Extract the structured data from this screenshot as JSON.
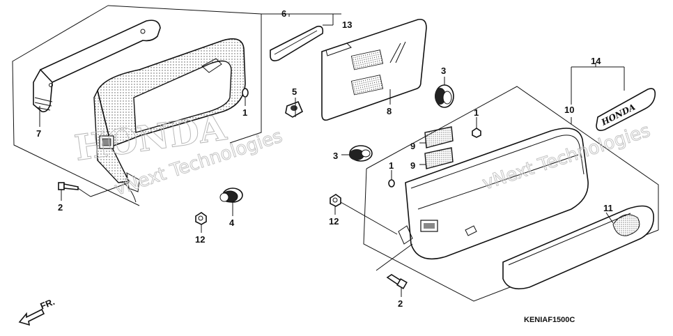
{
  "diagram": {
    "code": "KENIAF1500C",
    "direction": {
      "text": "FR."
    },
    "watermarks": {
      "brand": "HONDA",
      "text_a": "vNext Technologies",
      "text_b": "vNext Technologies"
    },
    "callouts": {
      "c1a": "1",
      "c1b": "1",
      "c1c": "1",
      "c2a": "2",
      "c2b": "2",
      "c3a": "3",
      "c3b": "3",
      "c4": "4",
      "c5": "5",
      "c6": "6",
      "c7": "7",
      "c8": "8",
      "c9a": "9",
      "c9b": "9",
      "c10": "10",
      "c11": "11",
      "c12a": "12",
      "c12b": "12",
      "c13": "13",
      "c14": "14"
    },
    "emblem_text": "HONDA"
  }
}
